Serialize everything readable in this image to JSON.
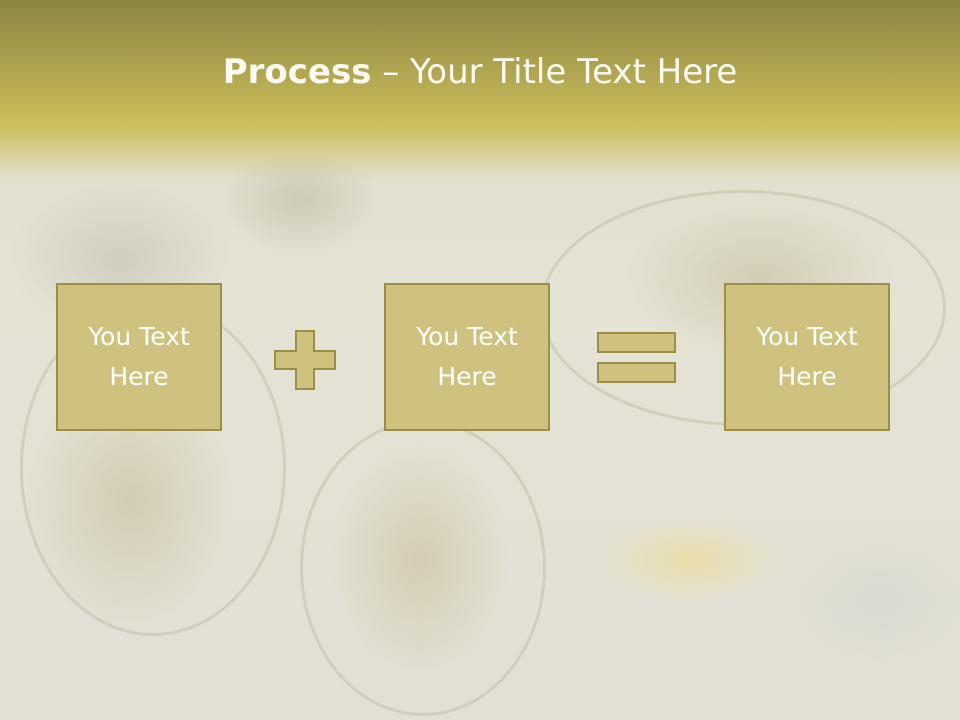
{
  "slide": {
    "title_bold": "Process",
    "title_rest": " – Your Title Text Here"
  },
  "process": {
    "boxes": [
      {
        "line1": "You Text",
        "line2": "Here"
      },
      {
        "line1": "You Text",
        "line2": "Here"
      },
      {
        "line1": "You Text",
        "line2": "Here"
      }
    ],
    "operators": [
      "plus-icon",
      "equals-icon"
    ]
  },
  "colors": {
    "header": "#b5aa52",
    "box_fill": "#cfc27e",
    "box_border": "#9b8f45",
    "text": "#ffffff"
  }
}
